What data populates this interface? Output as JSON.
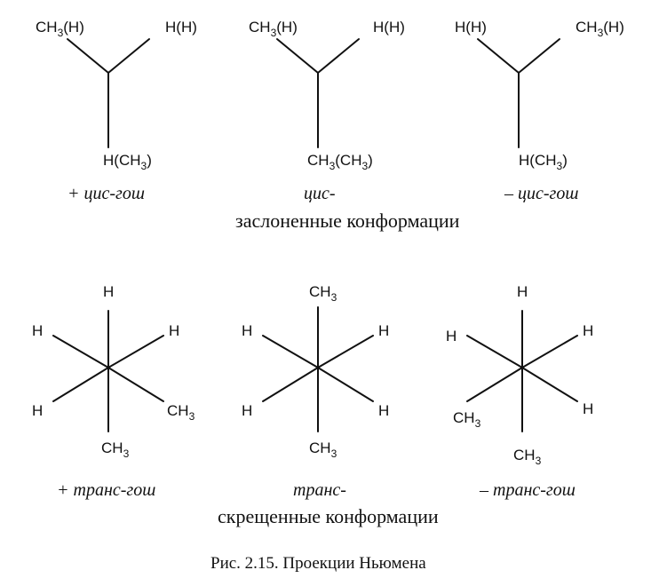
{
  "eclipsed": {
    "structures": [
      {
        "left_label": "CH3(H)",
        "right_label": "H(H)",
        "bottom_label": "H(CH3)",
        "caption": "+ цис-гош"
      },
      {
        "left_label": "CH3(H)",
        "right_label": "H(H)",
        "bottom_label": "CH3(CH3)",
        "caption": "цис-"
      },
      {
        "left_label": "H(H)",
        "right_label": "CH3(H)",
        "bottom_label": "H(CH3)",
        "caption": "– цис-гош"
      }
    ],
    "group_caption": "заслоненные конформации"
  },
  "staggered": {
    "structures": [
      {
        "top": "H",
        "upper_left": "H",
        "upper_right": "H",
        "lower_left": "H",
        "lower_right": "CH3",
        "bottom": "CH3",
        "caption": "+ транс-гош"
      },
      {
        "top": "CH3",
        "upper_left": "H",
        "upper_right": "H",
        "lower_left": "H",
        "lower_right": "H",
        "bottom": "CH3",
        "caption": "транс-"
      },
      {
        "top": "H",
        "upper_left": "H",
        "upper_right": "H",
        "lower_left": "CH3",
        "lower_right": "H",
        "bottom": "CH3",
        "caption": "– транс-гош"
      }
    ],
    "group_caption": "скрещенные конформации"
  },
  "figure_caption": "Рис. 2.15. Проекции Ньюмена"
}
